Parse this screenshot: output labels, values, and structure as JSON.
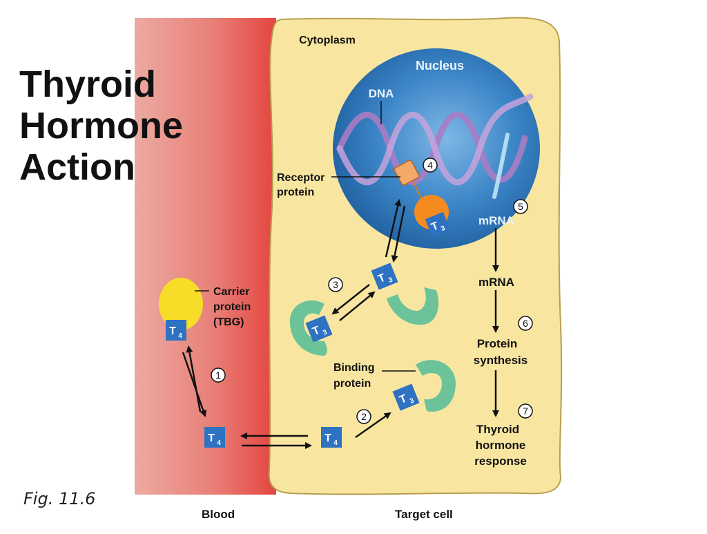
{
  "title_lines": [
    "Thyroid",
    "Hormone",
    "Action"
  ],
  "figure_label": "Fig. 11.6",
  "regions": {
    "blood": "Blood",
    "target_cell": "Target cell",
    "cytoplasm": "Cytoplasm",
    "nucleus": "Nucleus"
  },
  "labels": {
    "dna": "DNA",
    "receptor_line1": "Receptor",
    "receptor_line2": "protein",
    "carrier_line1": "Carrier",
    "carrier_line2": "protein",
    "carrier_line3": "(TBG)",
    "binding_line1": "Binding",
    "binding_line2": "protein",
    "mrna_nucleus": "mRNA",
    "mrna_cytoplasm": "mRNA",
    "protein_line1": "Protein",
    "protein_line2": "synthesis",
    "response_line1": "Thyroid",
    "response_line2": "hormone",
    "response_line3": "response"
  },
  "hormones": {
    "t4_main": "T",
    "t4_sub": "4",
    "t3_main": "T",
    "t3_sub": "3"
  },
  "steps": [
    "1",
    "2",
    "3",
    "4",
    "5",
    "6",
    "7"
  ],
  "colors": {
    "blood": "#e85f57",
    "cell_fill": "#f8e6a0",
    "nucleus": "#2a6fb3",
    "hormone_box": "#2e72c2",
    "binding_protein": "#6cc39a",
    "carrier_protein": "#f7dc28",
    "receptor_ball": "#f58b1f"
  }
}
